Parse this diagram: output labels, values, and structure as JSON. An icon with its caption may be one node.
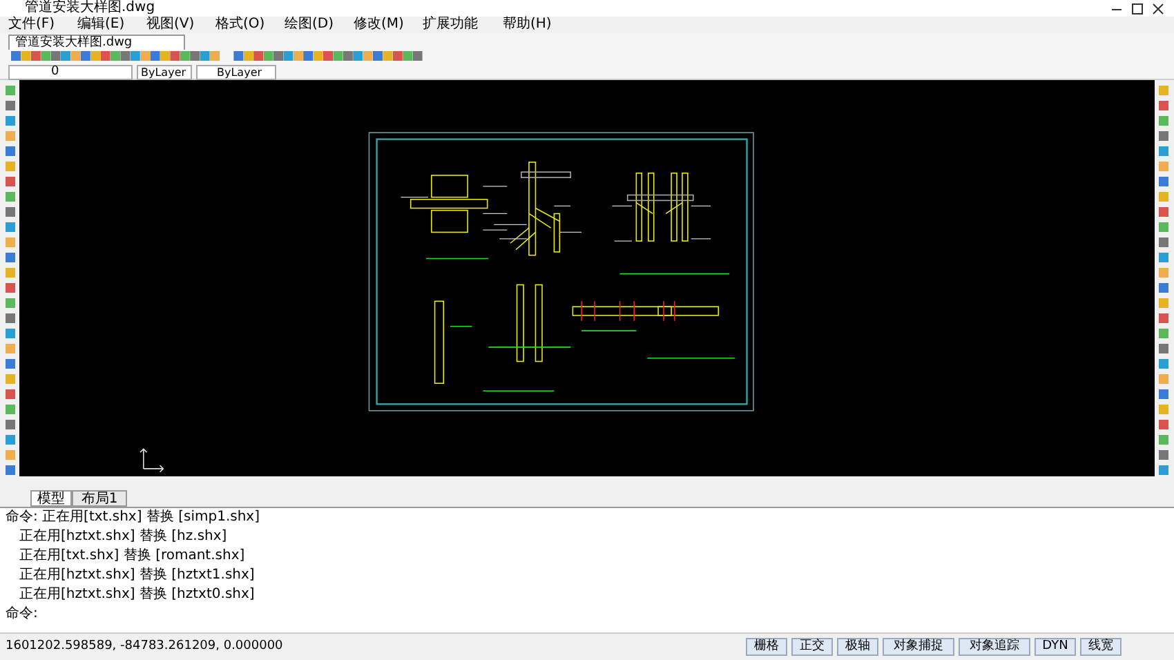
{
  "diagram": {
    "labels": [
      "管道安装大样图.dwg",
      "文件(F)",
      "编辑(E)",
      "视图(V)",
      "格式(O)",
      "绘图(D)",
      "修改(M)",
      "扩展功能",
      "帮助(H)",
      "管道安装大样图.dwg",
      "0",
      "ByLayer",
      "ByLayer",
      "模型",
      "布局1",
      "命令:  正在用[txt.shx] 替换 [simp1.shx]",
      "正在用[hztxt.shx] 替换 [hz.shx]",
      "正在用[txt.shx] 替换 [romant.shx]",
      "正在用[hztxt.shx] 替换 [hztxt1.shx]",
      "正在用[hztxt.shx] 替换 [hztxt0.shx]",
      "命令:",
      "1601202.598589, -84783.261209, 0.000000",
      "栅格",
      "正交",
      "极轴",
      "对象捕捉",
      "对象追踪",
      "DYN",
      "线宽"
    ]
  }
}
